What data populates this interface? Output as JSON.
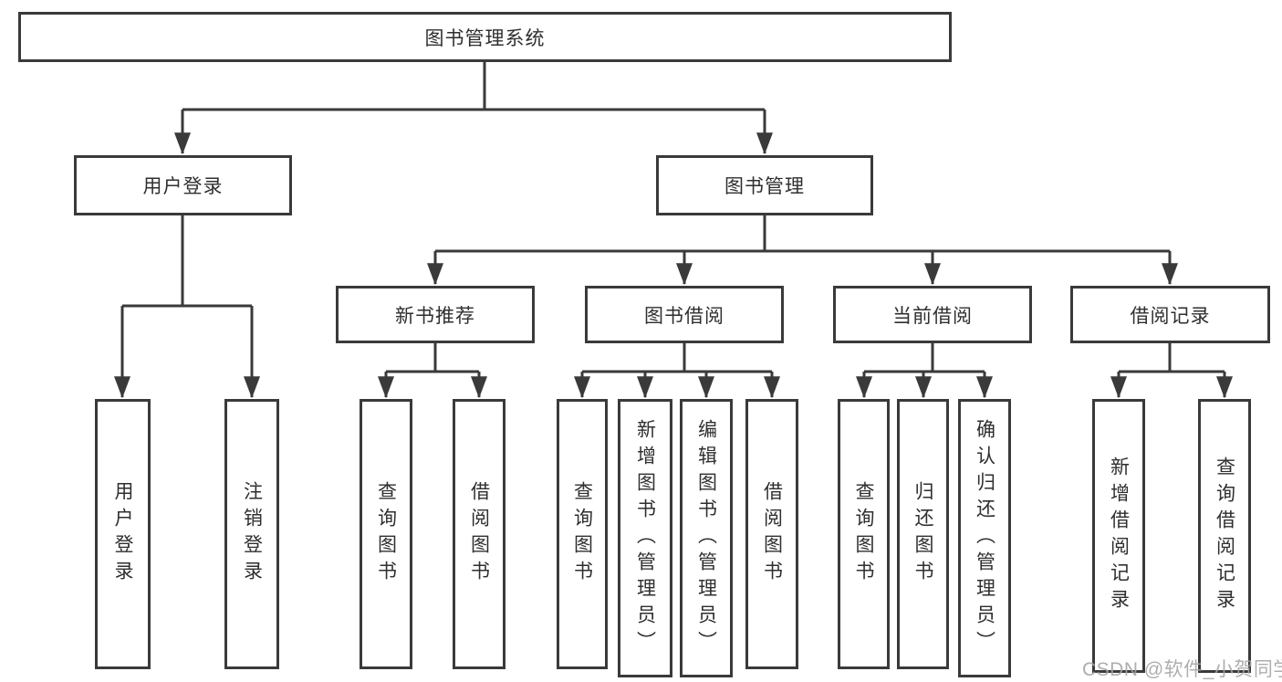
{
  "diagram": {
    "root": {
      "label": "图书管理系统"
    },
    "level1": [
      {
        "id": "user-login",
        "label": "用户登录"
      },
      {
        "id": "book-management",
        "label": "图书管理"
      }
    ],
    "level2": [
      {
        "id": "new-book-recommend",
        "label": "新书推荐",
        "parent": "图书管理"
      },
      {
        "id": "book-borrowing",
        "label": "图书借阅",
        "parent": "图书管理"
      },
      {
        "id": "current-borrowing",
        "label": "当前借阅",
        "parent": "图书管理"
      },
      {
        "id": "borrowing-records",
        "label": "借阅记录",
        "parent": "图书管理"
      }
    ],
    "leaves": [
      {
        "id": "user-login",
        "label": "用户登录",
        "parent": "用户登录"
      },
      {
        "id": "logout",
        "label": "注销登录",
        "parent": "用户登录"
      },
      {
        "id": "query-books-1",
        "label": "查询图书",
        "parent": "新书推荐"
      },
      {
        "id": "borrow-books-1",
        "label": "借阅图书",
        "parent": "新书推荐"
      },
      {
        "id": "query-books-2",
        "label": "查询图书",
        "parent": "图书借阅"
      },
      {
        "id": "add-books-admin",
        "label": "新增图书（管理员）",
        "parent": "图书借阅"
      },
      {
        "id": "edit-books-admin",
        "label": "编辑图书（管理员）",
        "parent": "图书借阅"
      },
      {
        "id": "borrow-books-2",
        "label": "借阅图书",
        "parent": "图书借阅"
      },
      {
        "id": "query-books-3",
        "label": "查询图书",
        "parent": "当前借阅"
      },
      {
        "id": "return-books",
        "label": "归还图书",
        "parent": "当前借阅"
      },
      {
        "id": "confirm-return-admin",
        "label": "确认归还（管理员）",
        "parent": "当前借阅"
      },
      {
        "id": "add-borrow-record",
        "label": "新增借阅记录",
        "parent": "借阅记录"
      },
      {
        "id": "query-borrow-record",
        "label": "查询借阅记录",
        "parent": "借阅记录"
      }
    ],
    "watermark": {
      "text": "CSDN @软件_小贺同学"
    },
    "colors": {
      "border": "#3a3a3a",
      "line": "#3a3a3a",
      "text": "#2f2f2f",
      "background": "#ffffff",
      "watermark": "#a6a6a6"
    }
  }
}
